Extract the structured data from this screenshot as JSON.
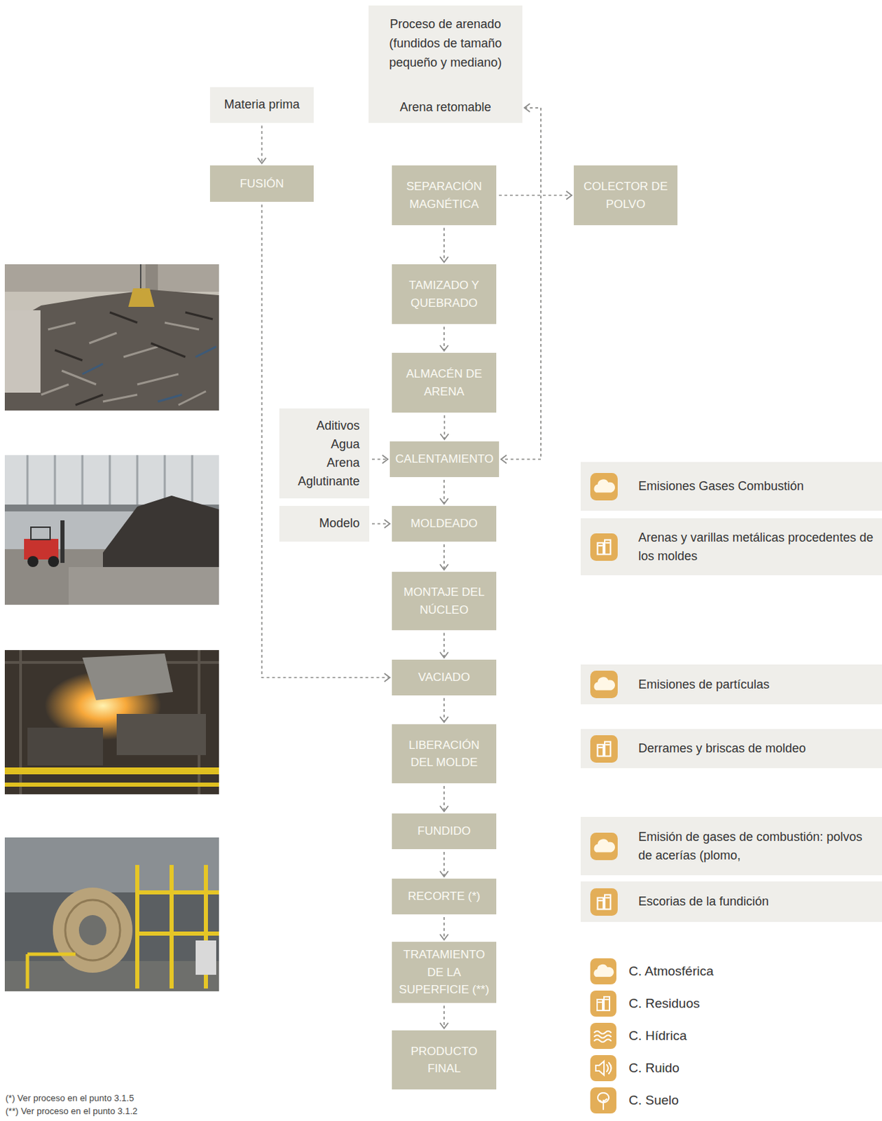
{
  "diagram": {
    "nodes": [
      {
        "text": [
          "Proceso de arenado (fundidos de tamaño pequeño y mediano)",
          "Arena retomable"
        ]
      },
      {
        "text": [
          "Materia prima"
        ]
      },
      {
        "text": [
          "FUSIÓN"
        ]
      },
      {
        "text": [
          "SEPARACIÓN MAGNÉTICA"
        ]
      },
      {
        "text": [
          "COLECTOR DE POLVO"
        ]
      },
      {
        "text": [
          "TAMIZADO Y QUEBRADO"
        ]
      },
      {
        "text": [
          "ALMACÉN DE ARENA"
        ]
      },
      {
        "text": [
          "Aditivos",
          "Agua",
          "Arena",
          "Aglutinante"
        ]
      },
      {
        "text": [
          "CALENTAMIENTO"
        ]
      },
      {
        "text": [
          "Modelo"
        ]
      },
      {
        "text": [
          "MOLDEADO"
        ]
      },
      {
        "text": [
          "MONTAJE DEL NÚCLEO"
        ]
      },
      {
        "text": [
          "VACIADO"
        ]
      },
      {
        "text": [
          "LIBERACIÓN DEL MOLDE"
        ]
      },
      {
        "text": [
          "FUNDIDO"
        ]
      },
      {
        "text": [
          "RECORTE (*)"
        ]
      },
      {
        "text": [
          "TRATAMIENTO DE LA SUPERFICIE (**)"
        ]
      },
      {
        "text": [
          "PRODUCTO FINAL"
        ]
      },
      {
        "text": [
          "Emisiones Gases Combustión"
        ]
      },
      {
        "text": [
          "Arenas y varillas metálicas procedentes de los moldes"
        ]
      },
      {
        "text": [
          "Emisiones de partículas"
        ]
      },
      {
        "text": [
          "Derrames y briscas de moldeo"
        ]
      },
      {
        "text": [
          "Emisión de gases de combustión: polvos de acerías (plomo,"
        ]
      },
      {
        "text": [
          "Escorias de la fundición"
        ]
      }
    ],
    "edges": [
      {
        "from": 1,
        "to": 2,
        "arrow": "to"
      },
      {
        "from": 2,
        "to": 12,
        "arrow": "to"
      },
      {
        "from": 3,
        "to": 4,
        "arrow": "to"
      },
      {
        "from": 0,
        "to": 8,
        "arrow": "both"
      },
      {
        "from": 3,
        "to": 5,
        "arrow": "to"
      },
      {
        "from": 5,
        "to": 6,
        "arrow": "to"
      },
      {
        "from": 6,
        "to": 8,
        "arrow": "to"
      },
      {
        "from": 7,
        "to": 8,
        "arrow": "to"
      },
      {
        "from": 8,
        "to": 10,
        "arrow": "to"
      },
      {
        "from": 9,
        "to": 10,
        "arrow": "to"
      },
      {
        "from": 10,
        "to": 11,
        "arrow": "to"
      },
      {
        "from": 11,
        "to": 12,
        "arrow": "to"
      },
      {
        "from": 12,
        "to": 13,
        "arrow": "to"
      },
      {
        "from": 13,
        "to": 14,
        "arrow": "to"
      },
      {
        "from": 14,
        "to": 15,
        "arrow": "to"
      },
      {
        "from": 15,
        "to": 16,
        "arrow": "to"
      },
      {
        "from": 16,
        "to": 17,
        "arrow": "to"
      }
    ],
    "labels": [
      "(*) Ver proceso en el punto 3.1.5",
      "(**) Ver proceso en el punto 3.1.2"
    ],
    "legend": [
      {
        "text": "C. Atmosférica"
      },
      {
        "text": "C. Residuos"
      },
      {
        "text": "C. Hídrica"
      },
      {
        "text": "C. Ruido"
      },
      {
        "text": "C. Suelo"
      }
    ]
  }
}
